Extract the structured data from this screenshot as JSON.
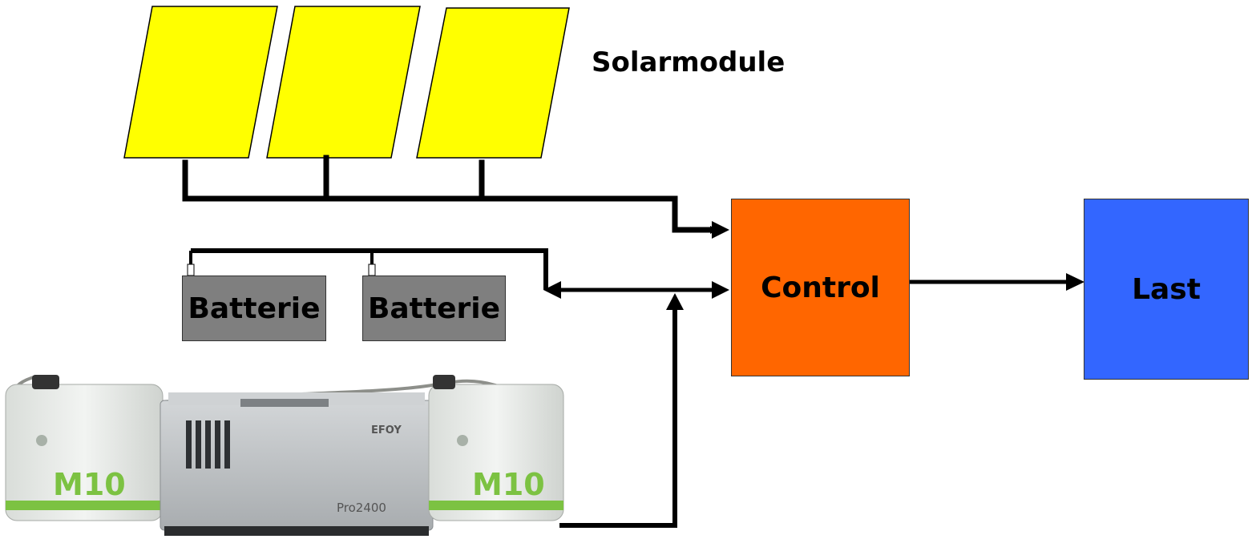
{
  "labels": {
    "solar": "Solarmodule",
    "battery_1": "Batterie",
    "battery_2": "Batterie",
    "control": "Control",
    "load": "Last"
  },
  "fuel_cell_unit": {
    "canister_left_text": "M10",
    "canister_right_text": "M10",
    "brand_text": "EFOY",
    "model_text": "Pro2400"
  },
  "colors": {
    "solar_panel": "#ffff00",
    "battery": "#7f7f7f",
    "control": "#ff6600",
    "load": "#3366ff",
    "wire": "#000000",
    "canister": "#e6eae6",
    "canister_stripe": "#7cc242",
    "unit_body": "#b9bdc0"
  },
  "icons": [
    "solar-panel-icon",
    "battery-icon",
    "fuel-cell-icon",
    "fuel-canister-icon"
  ]
}
